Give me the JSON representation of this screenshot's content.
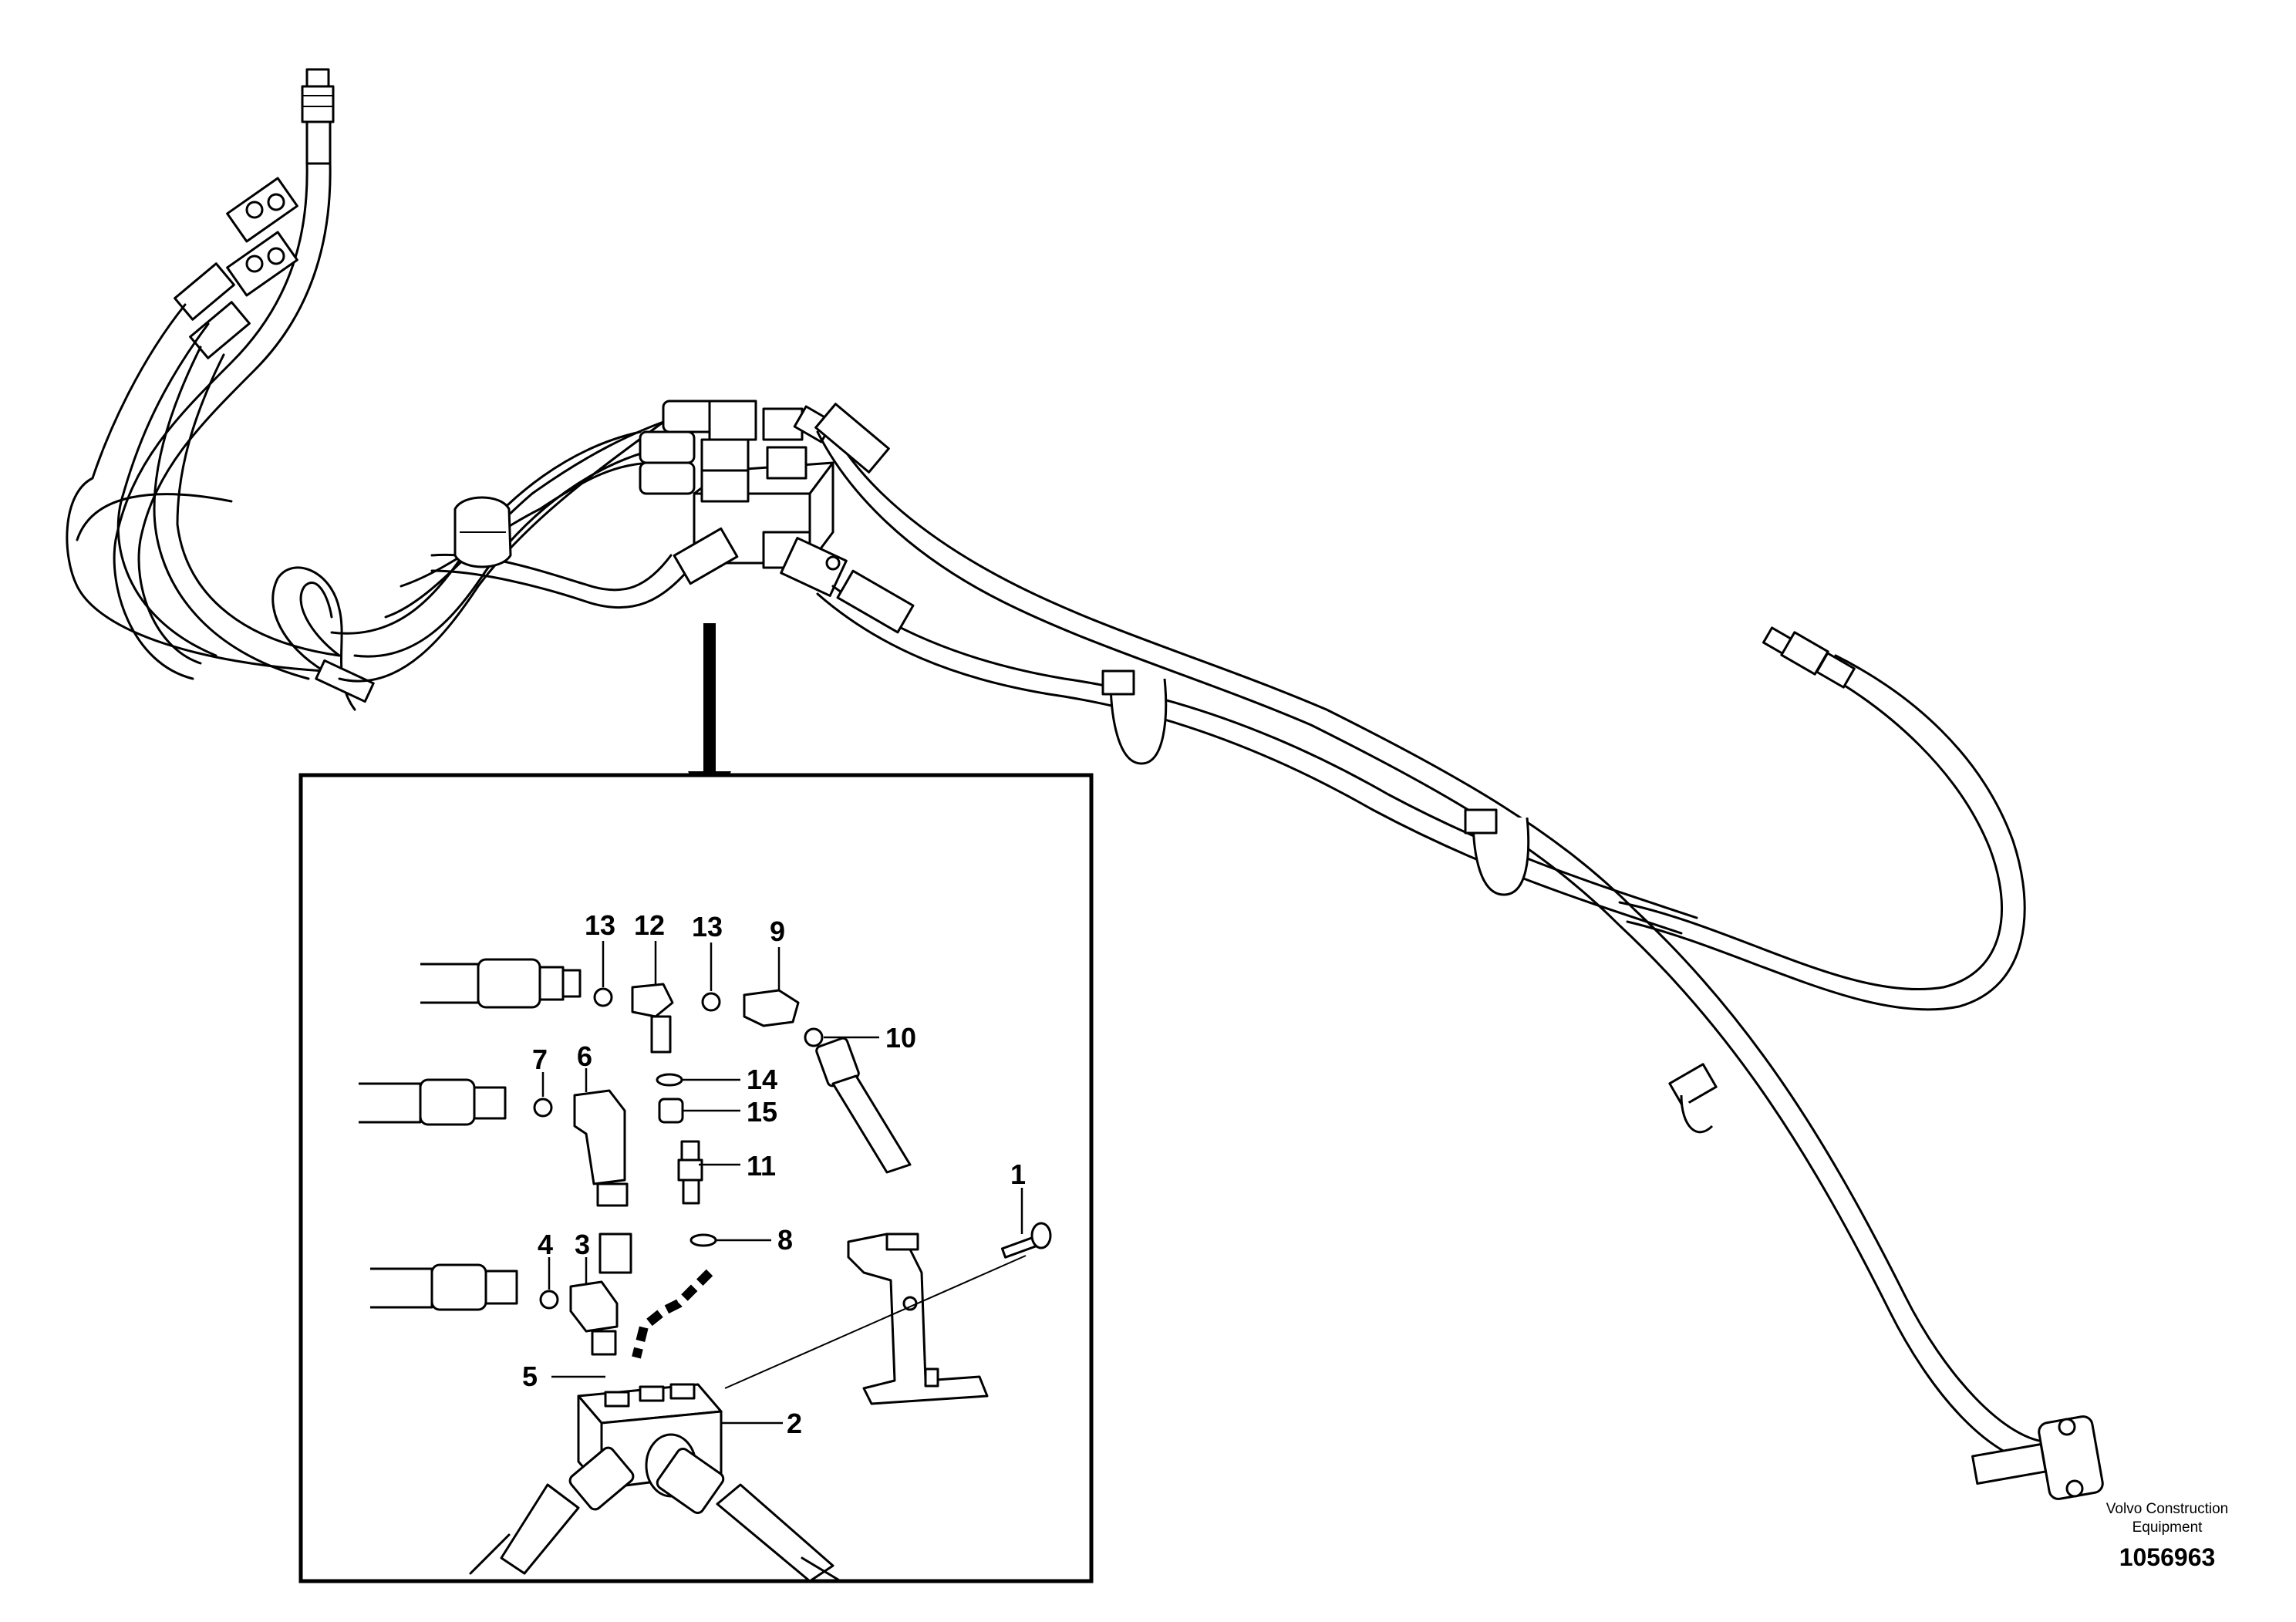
{
  "callouts": [
    {
      "id": "c1",
      "label": "1"
    },
    {
      "id": "c2",
      "label": "2"
    },
    {
      "id": "c3",
      "label": "3"
    },
    {
      "id": "c4",
      "label": "4"
    },
    {
      "id": "c5",
      "label": "5"
    },
    {
      "id": "c6",
      "label": "6"
    },
    {
      "id": "c7",
      "label": "7"
    },
    {
      "id": "c8",
      "label": "8"
    },
    {
      "id": "c9",
      "label": "9"
    },
    {
      "id": "c10",
      "label": "10"
    },
    {
      "id": "c11",
      "label": "11"
    },
    {
      "id": "c12",
      "label": "12"
    },
    {
      "id": "c13a",
      "label": "13"
    },
    {
      "id": "c13b",
      "label": "13"
    },
    {
      "id": "c14",
      "label": "14"
    },
    {
      "id": "c15",
      "label": "15"
    }
  ],
  "footer": {
    "company_line1": "Volvo Construction",
    "company_line2": "Equipment",
    "drawing_number": "1056963"
  }
}
